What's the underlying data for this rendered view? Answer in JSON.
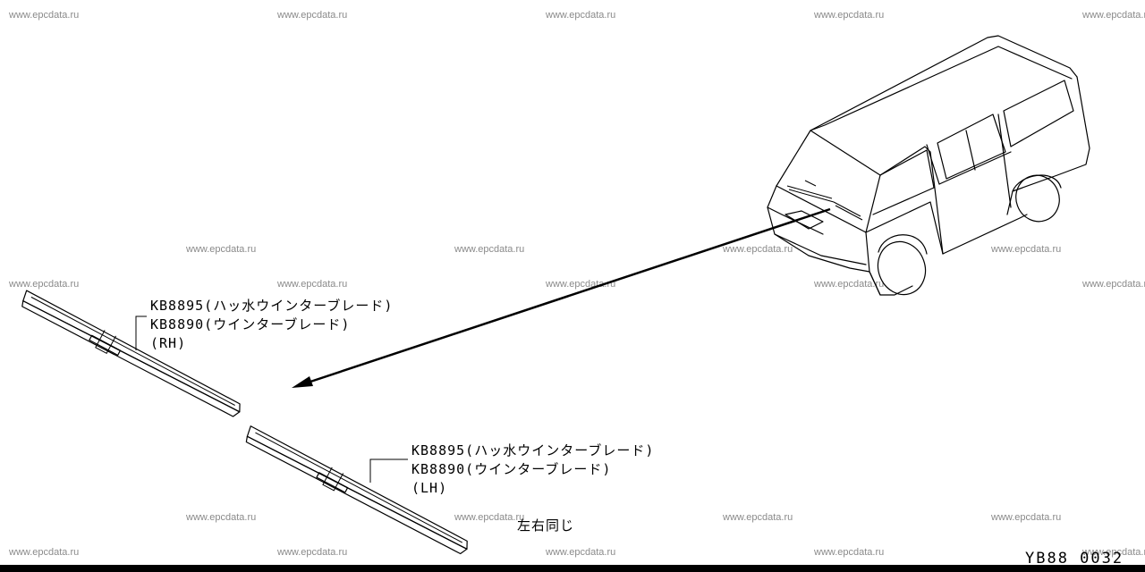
{
  "watermark": "www.epcdata.ru",
  "labels": {
    "rh_part1": "KB8895(ハッ水ウインターブレード)",
    "rh_part2": "KB8890(ウインターブレード)",
    "rh_side": "(RH)",
    "lh_part1": "KB8895(ハッ水ウインターブレード)",
    "lh_part2": "KB8890(ウインターブレード)",
    "lh_side": "(LH)",
    "same_note": "左右同じ"
  },
  "diagram_code": "YB88 0032"
}
